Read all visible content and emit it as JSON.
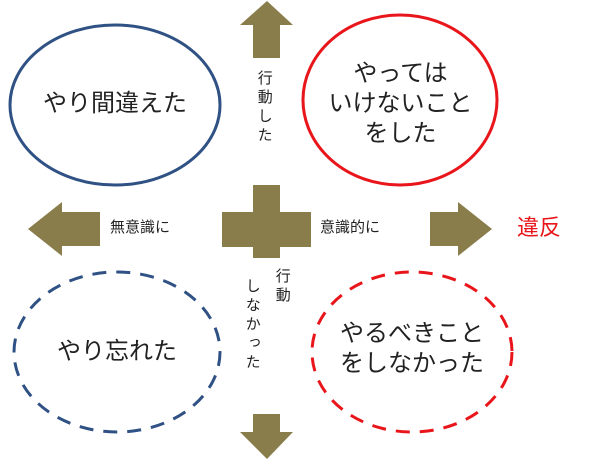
{
  "colors": {
    "arrow": "#8a7d4c",
    "blue": "#2f5184",
    "red": "#e8161b"
  },
  "quadrants": {
    "top_left": "やり間違えた",
    "top_right": [
      "やっては",
      "いけないこと",
      "をした"
    ],
    "bottom_left": "やり忘れた",
    "bottom_right": [
      "やるべきこと",
      "をしなかった"
    ]
  },
  "axes": {
    "up": "行動した",
    "down_1": "行動",
    "down_2": "しなかった",
    "left": "無意識に",
    "right": "意識的に"
  },
  "violation": "違反"
}
